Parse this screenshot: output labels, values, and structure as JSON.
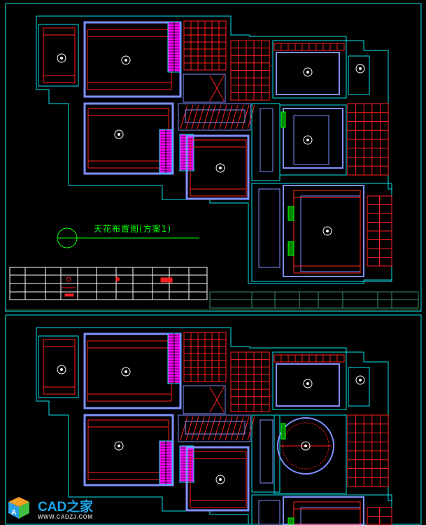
{
  "drawing": {
    "title": "天花布置图(方案1)",
    "colors": {
      "frame": "#00e5ee",
      "wall": "#8090ff",
      "ceiling_line": "#ff2020",
      "wardrobe": "#ff00ff",
      "annotation": "#00ff00",
      "background": "#000000"
    },
    "sheets": 2
  },
  "watermark": {
    "name": "CAD之家",
    "url": "WWW.CADZJ.COM"
  }
}
